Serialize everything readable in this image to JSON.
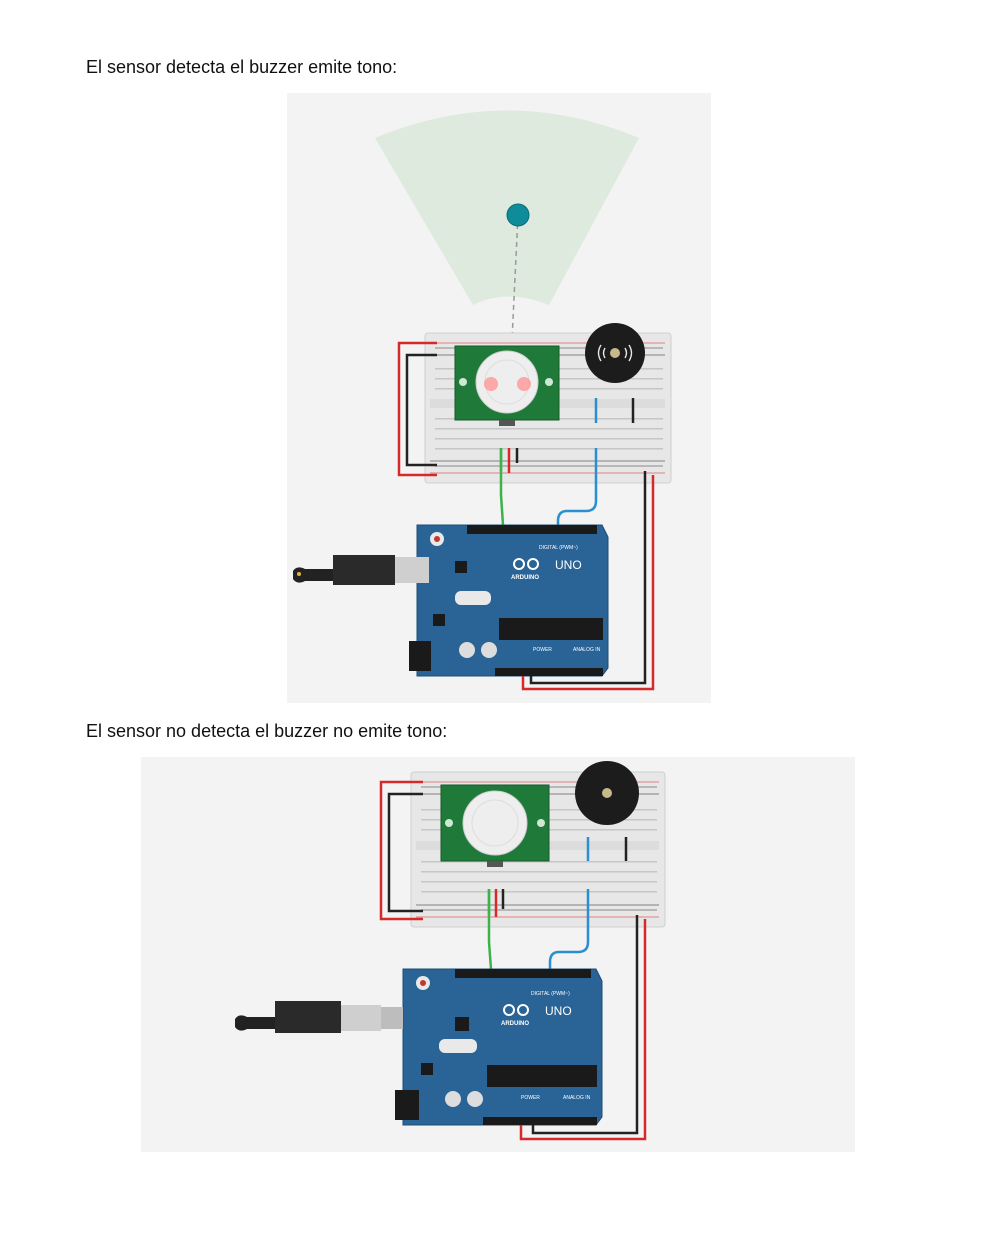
{
  "document": {
    "captions": [
      "El sensor detecta el buzzer emite tono:",
      "El sensor no detecta el buzzer no emite tono:"
    ]
  },
  "figures": [
    {
      "state": "detecting",
      "board": {
        "brand": "ARDUINO",
        "model": "UNO",
        "labels": {
          "digital": "DIGITAL (PWM~)",
          "power": "POWER",
          "analog": "ANALOG IN"
        }
      }
    },
    {
      "state": "idle",
      "board": {
        "brand": "ARDUINO",
        "model": "UNO",
        "labels": {
          "digital": "DIGITAL (PWM~)",
          "power": "POWER",
          "analog": "ANALOG IN"
        }
      }
    }
  ],
  "colors": {
    "board": "#2a6496",
    "breadboard": "#e7e7e7",
    "pir_module": "#1f7a3a",
    "wire_red": "#d42a2a",
    "wire_black": "#222222",
    "wire_green": "#3bb34a",
    "wire_blue": "#2a8fd0",
    "detection_cone": "#dbe9dc",
    "target": "#0f8c9a"
  }
}
